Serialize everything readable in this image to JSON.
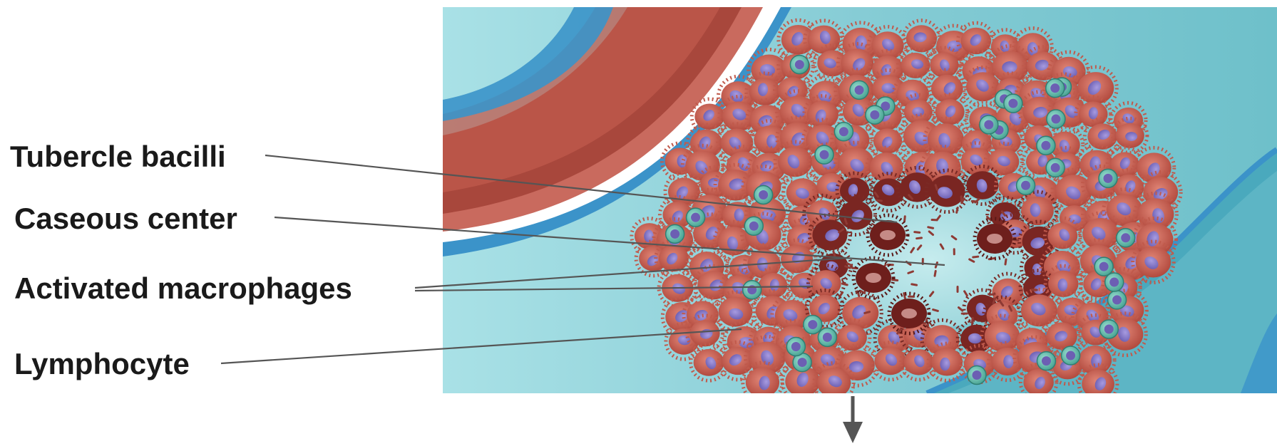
{
  "labels": {
    "tubercle_bacilli": "Tubercle bacilli",
    "caseous_center": "Caseous center",
    "activated_macrophages": "Activated macrophages",
    "lymphocyte": "Lymphocyte"
  },
  "colors": {
    "tissue_background": "#8fd3da",
    "vessel_wall": "#c96a5e",
    "vessel_lumen": "#a8473c",
    "membrane": "#3b93c9",
    "macrophage": "#c95b4d",
    "macrophage_nucleus": "#8a7cc8",
    "dead_macrophage": "#6e1f1c",
    "lymphocyte": "#5fb7a6",
    "caseous_center": "#a7dde0",
    "leader_line": "#555555",
    "arrow": "#555555"
  }
}
